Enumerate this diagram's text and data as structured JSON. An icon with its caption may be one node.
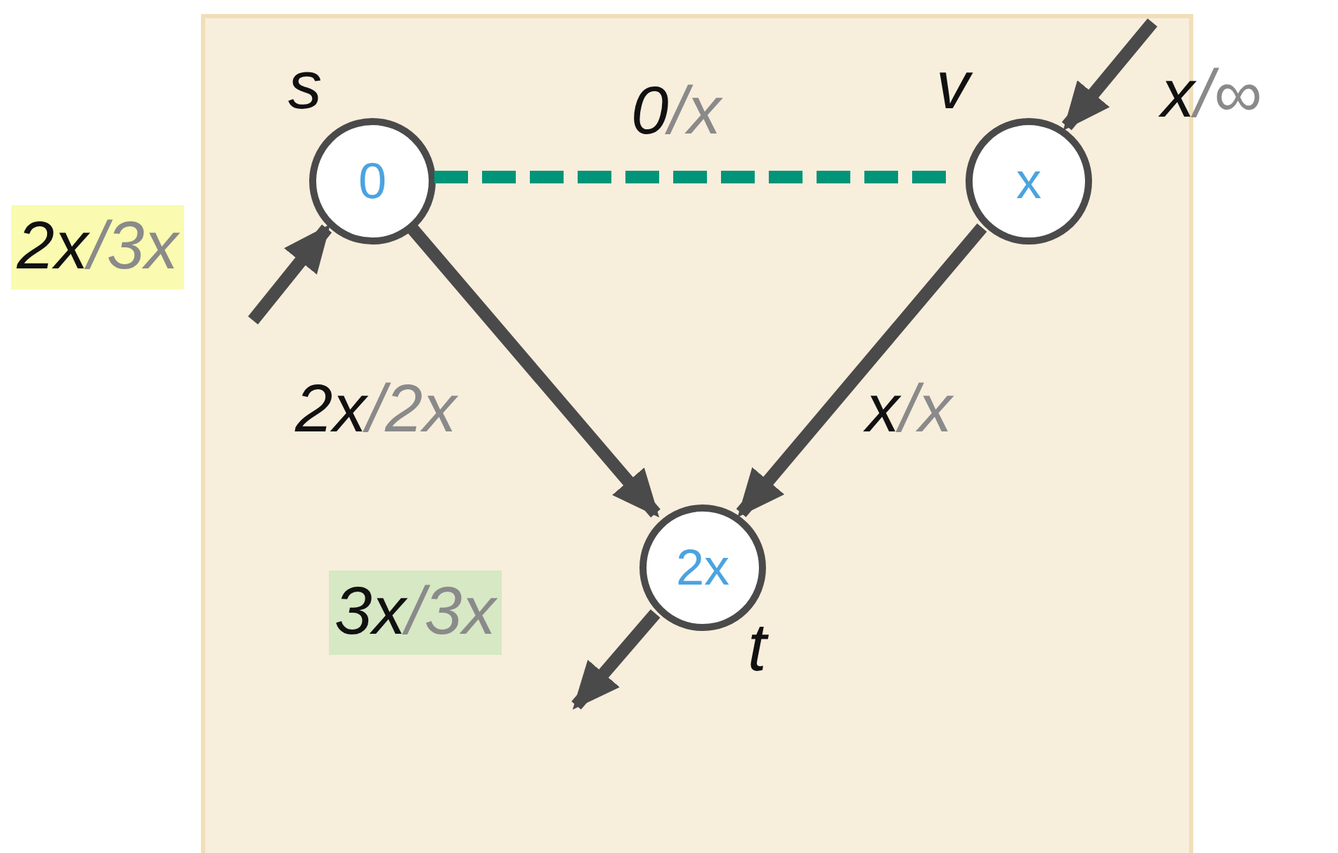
{
  "diagram": {
    "nodes": [
      {
        "text": [],
        "shape": "box"
      },
      {
        "text": [
          "0"
        ],
        "beside": [
          "s"
        ],
        "in": 0
      },
      {
        "text": [
          "x"
        ],
        "beside": [
          "v"
        ],
        "in": 0
      },
      {
        "text": [
          "2x"
        ],
        "beside": [
          "t"
        ],
        "in": 0
      }
    ],
    "edges": [
      {
        "from": 1,
        "to": 2,
        "arrow": "none",
        "label": "0/x",
        "style": "dashed",
        "color": "#009478"
      },
      {
        "from": null,
        "to": 1,
        "arrow": "to",
        "label": "2x/3x"
      },
      {
        "from": null,
        "to": 2,
        "arrow": "to",
        "label": "x/∞"
      },
      {
        "from": 1,
        "to": 3,
        "arrow": "to",
        "label": "2x/2x"
      },
      {
        "from": 2,
        "to": 3,
        "arrow": "to",
        "label": "x/x"
      },
      {
        "from": 3,
        "to": null,
        "arrow": "to",
        "label": "3x/3x"
      }
    ]
  }
}
